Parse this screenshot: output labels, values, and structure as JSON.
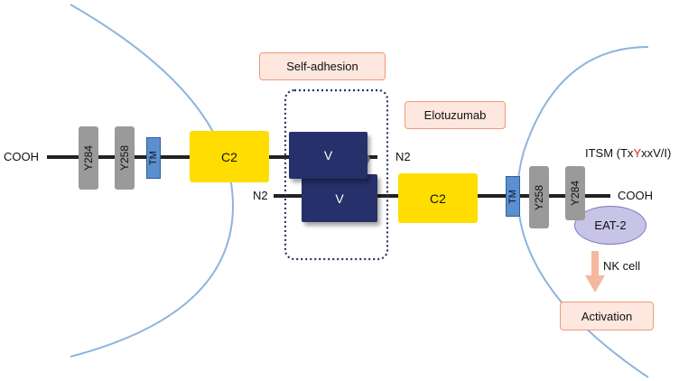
{
  "colors": {
    "membrane": "#8fb4dc",
    "backbone": "#222222",
    "c2_domain": "#ffdd00",
    "v_domain": "#26306b",
    "tm": "#5b8fd0",
    "tyrosine_box": "#9a9a9a",
    "label_box_fill": "#fde7de",
    "label_box_border": "#f09a7a",
    "eat2": "#c8c4e8",
    "arrow": "#f5b89f",
    "itsm_highlight": "#e02020",
    "dashed_box": "#26306b"
  },
  "left_chain": {
    "terminus_c": "COOH",
    "y284": "Y284",
    "y258": "Y258",
    "tm": "TM",
    "c2": "C2",
    "v": "V",
    "terminus_n": "N2"
  },
  "right_chain": {
    "terminus_n": "N2",
    "v": "V",
    "c2": "C2",
    "tm": "TM",
    "y258": "Y258",
    "y284": "Y284",
    "terminus_c": "COOH",
    "eat2": "EAT-2"
  },
  "self_adhesion_label": "Self-adhesion",
  "elotuzumab_label": "Elotuzumab",
  "antibody_icon": "antibody-y-icon",
  "itsm": {
    "prefix": "ITSM (Tx",
    "highlight": "Y",
    "suffix": "xxV/I)"
  },
  "nk_cell_label": "NK cell",
  "activation_label": "Activation"
}
